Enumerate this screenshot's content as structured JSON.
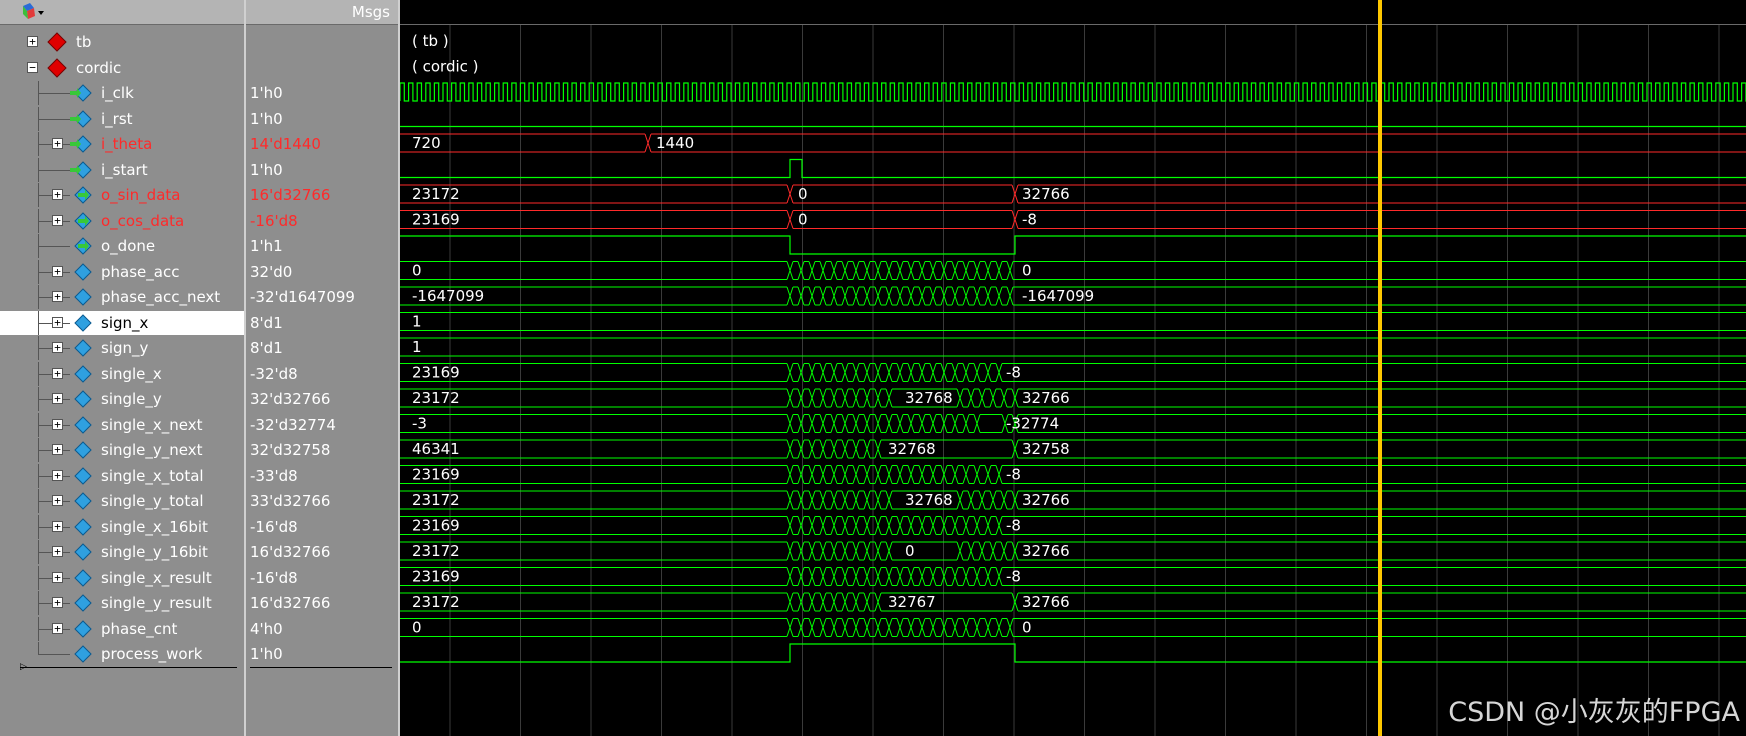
{
  "values_header": "Msgs",
  "signals": [
    {
      "id": "tb",
      "label": "tb",
      "value": "",
      "wave": "( tb )",
      "icon": "red-diamond-icon",
      "expander": "+",
      "level": 0,
      "red": false
    },
    {
      "id": "cordic",
      "label": "cordic",
      "value": "",
      "wave": "( cordic )",
      "icon": "red-diamond-icon",
      "expander": "-",
      "level": 0,
      "red": false
    },
    {
      "id": "i_clk",
      "label": "i_clk",
      "value": "1'h0",
      "wave": "",
      "icon": "input-signal-icon",
      "expander": "",
      "level": 1,
      "red": false
    },
    {
      "id": "i_rst",
      "label": "i_rst",
      "value": "1'h0",
      "wave": "",
      "icon": "input-signal-icon",
      "expander": "",
      "level": 1,
      "red": false
    },
    {
      "id": "i_theta",
      "label": "i_theta",
      "value": "14'd1440",
      "wave": "",
      "icon": "input-signal-icon",
      "expander": "+",
      "level": 1,
      "red": true
    },
    {
      "id": "i_start",
      "label": "i_start",
      "value": "1'h0",
      "wave": "",
      "icon": "input-signal-icon",
      "expander": "",
      "level": 1,
      "red": false
    },
    {
      "id": "o_sin_data",
      "label": "o_sin_data",
      "value": "16'd32766",
      "wave": "",
      "icon": "output-signal-icon",
      "expander": "+",
      "level": 1,
      "red": true
    },
    {
      "id": "o_cos_data",
      "label": "o_cos_data",
      "value": "-16'd8",
      "wave": "",
      "icon": "output-signal-icon",
      "expander": "+",
      "level": 1,
      "red": true
    },
    {
      "id": "o_done",
      "label": "o_done",
      "value": "1'h1",
      "wave": "",
      "icon": "output-signal-icon",
      "expander": "",
      "level": 1,
      "red": false
    },
    {
      "id": "phase_acc",
      "label": "phase_acc",
      "value": "32'd0",
      "wave": "",
      "icon": "internal-signal-icon",
      "expander": "+",
      "level": 1,
      "red": false
    },
    {
      "id": "phase_acc_next",
      "label": "phase_acc_next",
      "value": "-32'd1647099",
      "wave": "",
      "icon": "internal-signal-icon",
      "expander": "+",
      "level": 1,
      "red": false
    },
    {
      "id": "sign_x",
      "label": "sign_x",
      "value": "8'd1",
      "wave": "",
      "icon": "internal-signal-icon",
      "expander": "+",
      "level": 1,
      "red": false,
      "selected": true
    },
    {
      "id": "sign_y",
      "label": "sign_y",
      "value": "8'd1",
      "wave": "",
      "icon": "internal-signal-icon",
      "expander": "+",
      "level": 1,
      "red": false
    },
    {
      "id": "single_x",
      "label": "single_x",
      "value": "-32'd8",
      "wave": "",
      "icon": "internal-signal-icon",
      "expander": "+",
      "level": 1,
      "red": false
    },
    {
      "id": "single_y",
      "label": "single_y",
      "value": "32'd32766",
      "wave": "",
      "icon": "internal-signal-icon",
      "expander": "+",
      "level": 1,
      "red": false
    },
    {
      "id": "single_x_next",
      "label": "single_x_next",
      "value": "-32'd32774",
      "wave": "",
      "icon": "internal-signal-icon",
      "expander": "+",
      "level": 1,
      "red": false
    },
    {
      "id": "single_y_next",
      "label": "single_y_next",
      "value": "32'd32758",
      "wave": "",
      "icon": "internal-signal-icon",
      "expander": "+",
      "level": 1,
      "red": false
    },
    {
      "id": "single_x_total",
      "label": "single_x_total",
      "value": "-33'd8",
      "wave": "",
      "icon": "internal-signal-icon",
      "expander": "+",
      "level": 1,
      "red": false
    },
    {
      "id": "single_y_total",
      "label": "single_y_total",
      "value": "33'd32766",
      "wave": "",
      "icon": "internal-signal-icon",
      "expander": "+",
      "level": 1,
      "red": false
    },
    {
      "id": "single_x_16bit",
      "label": "single_x_16bit",
      "value": "-16'd8",
      "wave": "",
      "icon": "internal-signal-icon",
      "expander": "+",
      "level": 1,
      "red": false
    },
    {
      "id": "single_y_16bit",
      "label": "single_y_16bit",
      "value": "16'd32766",
      "wave": "",
      "icon": "internal-signal-icon",
      "expander": "+",
      "level": 1,
      "red": false
    },
    {
      "id": "single_x_result",
      "label": "single_x_result",
      "value": "-16'd8",
      "wave": "",
      "icon": "internal-signal-icon",
      "expander": "+",
      "level": 1,
      "red": false
    },
    {
      "id": "single_y_result",
      "label": "single_y_result",
      "value": "16'd32766",
      "wave": "",
      "icon": "internal-signal-icon",
      "expander": "+",
      "level": 1,
      "red": false
    },
    {
      "id": "phase_cnt",
      "label": "phase_cnt",
      "value": "4'h0",
      "wave": "",
      "icon": "internal-signal-icon",
      "expander": "+",
      "level": 1,
      "red": false
    },
    {
      "id": "process_work",
      "label": "process_work",
      "value": "1'h0",
      "wave": "",
      "icon": "internal-signal-icon",
      "expander": "",
      "level": 1,
      "red": false
    }
  ],
  "wave_values": {
    "i_theta": [
      "720",
      "1440"
    ],
    "o_sin_data": [
      "23172",
      "0",
      "32766"
    ],
    "o_cos_data": [
      "23169",
      "0",
      "-8"
    ],
    "phase_acc": [
      "0",
      "0"
    ],
    "phase_acc_next": [
      "-1647099",
      "-1647099"
    ],
    "sign_x": [
      "1"
    ],
    "sign_y": [
      "1"
    ],
    "single_x": [
      "23169",
      "-8"
    ],
    "single_y": [
      "23172",
      "32768",
      "32766"
    ],
    "single_x_next": [
      "-3",
      "-32774"
    ],
    "single_y_next": [
      "46341",
      "32768",
      "32758"
    ],
    "single_x_total": [
      "23169",
      "-8"
    ],
    "single_y_total": [
      "23172",
      "32768",
      "32766"
    ],
    "single_x_16bit": [
      "23169",
      "-8"
    ],
    "single_y_16bit": [
      "23172",
      "0",
      "32766"
    ],
    "single_x_result": [
      "23169",
      "-8"
    ],
    "single_y_result": [
      "23172",
      "32767",
      "32766"
    ],
    "phase_cnt": [
      "0",
      "0"
    ]
  },
  "colors": {
    "wave": "#00ff00",
    "wave_highlight": "#ff2a2a",
    "cursor": "#ffc800",
    "grid": "#3a3a3a",
    "pane_bg": "#8e8e8e"
  },
  "watermark": "CSDN @小灰灰的FPGA"
}
